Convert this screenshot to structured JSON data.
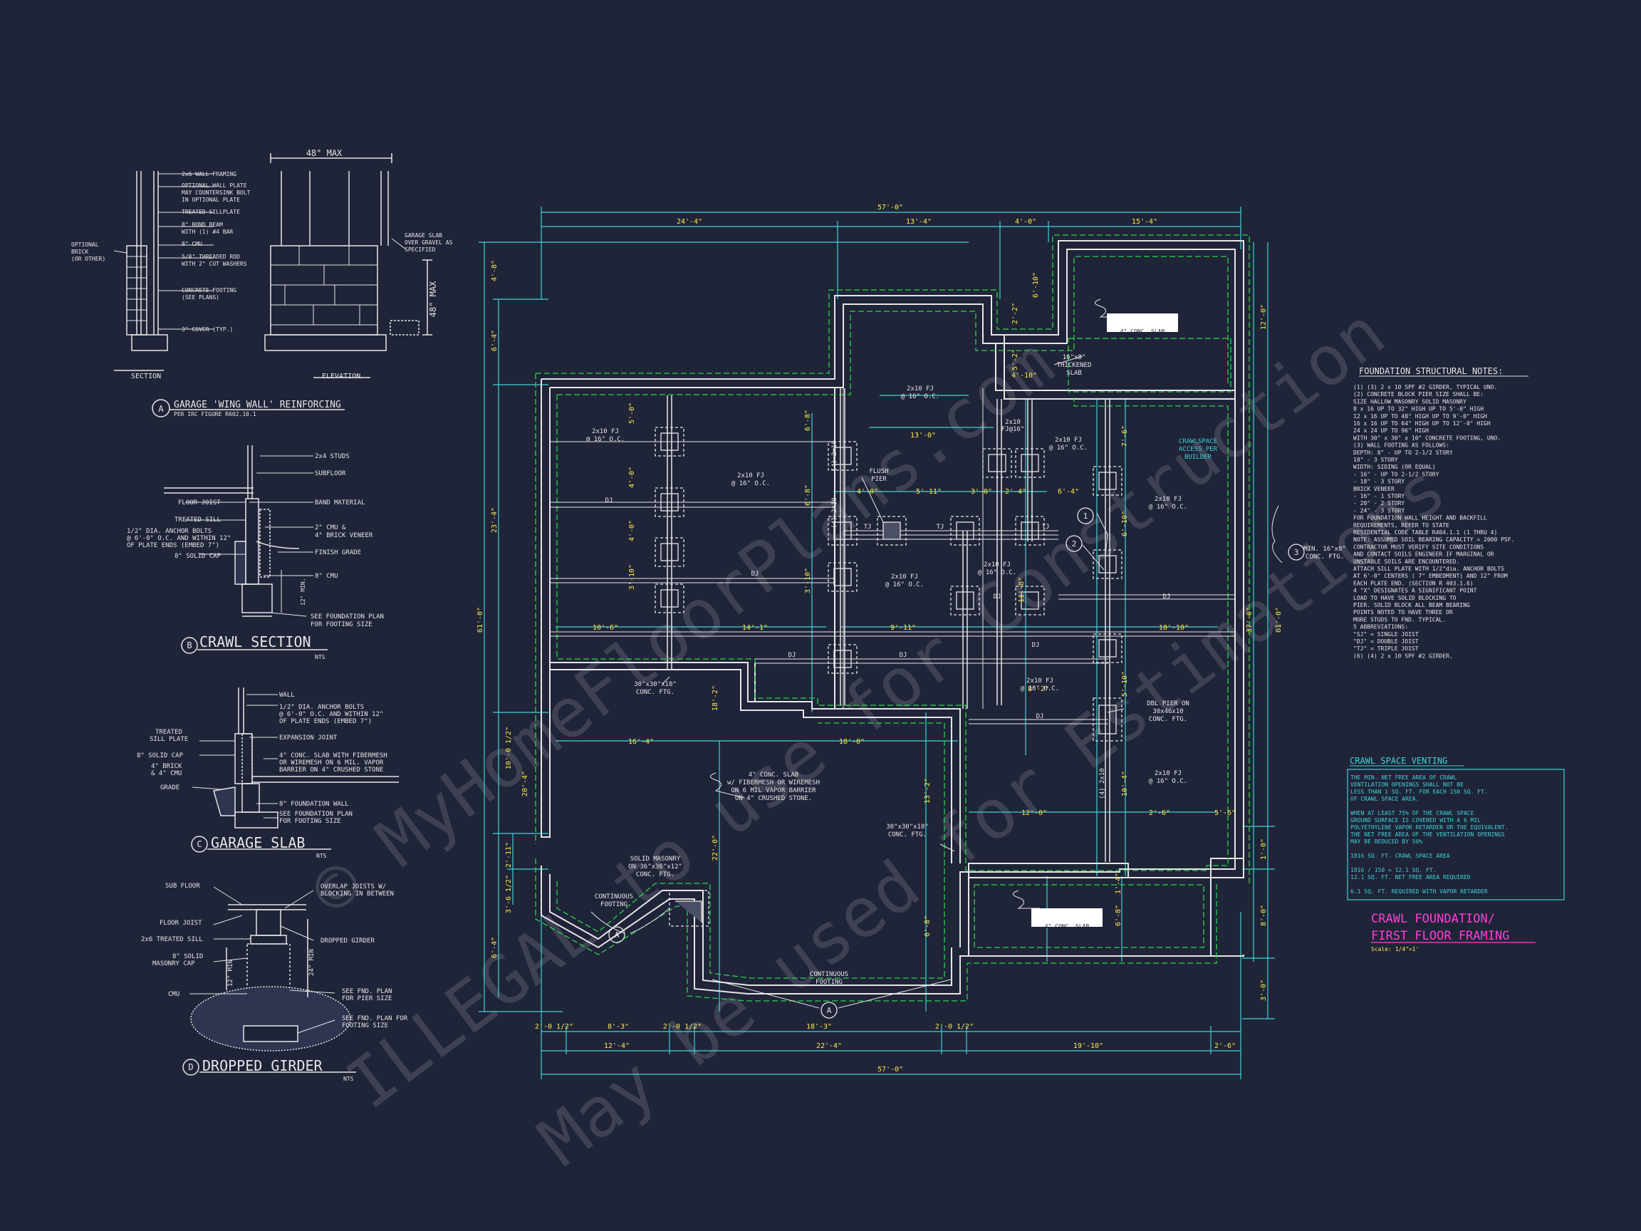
{
  "colors": {
    "background": "#1f2438",
    "line": "#e6e6e6",
    "dim": "#3fd3d6",
    "footing": "#2bd44a",
    "yellow": "#ffe94a",
    "magenta": "#ff3fd6",
    "watermark": "#8d8d99"
  },
  "watermark": {
    "line1": "© MyHomeFloorPlans.com",
    "line2": "ILLEGAL to use for Construction",
    "line3": "May be used for Estimations"
  },
  "detailA": {
    "max_width": "48\" MAX",
    "max_height": "48\" MAX",
    "callouts_left": [
      "2x6 WALL FRAMING",
      "OPTIONAL WALL PLATE",
      "MAY COUNTERSINK BOLT",
      "IN OPTIONAL PLATE",
      "TREATED SILLPLATE",
      "8\" BOND BEAM",
      "WITH (1) #4 BAR",
      "8\" CMU",
      "5/8\" THREADED ROD",
      "WITH 2\" CUT WASHERS",
      "CONCRETE FOOTING",
      "(SEE PLANS)",
      "3\" COVER (TYP.)"
    ],
    "brick_note": [
      "OPTIONAL",
      "BRICK",
      "(OR OTHER)"
    ],
    "slab_note": [
      "GARAGE SLAB",
      "OVER GRAVEL AS",
      "SPECIFIED"
    ],
    "section_label": "SECTION",
    "elevation_label": "ELEVATION",
    "letter": "A",
    "title": "GARAGE 'WING WALL' REINFORCING",
    "subtitle": "PER IRC FIGURE R602.10.1"
  },
  "detailB": {
    "callouts_right": [
      "2x4 STUDS",
      "SUBFLOOR",
      "BAND MATERIAL",
      "2\" CMU &",
      "4\" BRICK VENEER",
      "FINISH GRADE",
      "8\" CMU"
    ],
    "callouts_left": [
      "FLOOR JOIST",
      "TREATED SILL",
      "1/2\" DIA. ANCHOR BOLTS",
      "@ 6'-0\" O.C. AND WITHIN 12\"",
      "OF PLATE ENDS (EMBED 7\")",
      "8\" SOLID CAP"
    ],
    "min_label": "12\" MIN.",
    "plan_note": [
      "SEE FOUNDATION PLAN",
      "FOR FOOTING SIZE"
    ],
    "letter": "B",
    "title": "CRAWL SECTION",
    "nts": "NTS"
  },
  "detailC": {
    "callouts_right": [
      "WALL",
      "1/2\" DIA. ANCHOR BOLTS",
      "@ 6'-0\" O.C. AND WITHIN 12\"",
      "OF PLATE ENDS (EMBED 7\")",
      "EXPANSION JOINT",
      "4\" CONC. SLAB WITH FIBERMESH",
      "OR WIREMESH ON 6 MIL. VAPOR",
      "BARRIER ON 4\" CRUSHED STONE",
      "8\" FOUNDATION WALL",
      "SEE FOUNDATION PLAN",
      "FOR FOOTING SIZE"
    ],
    "callouts_left": [
      "TREATED",
      "SILL PLATE",
      "8\" SOLID CAP",
      "4\" BRICK",
      "& 4\" CMU",
      "GRADE"
    ],
    "letter": "C",
    "title": "GARAGE SLAB",
    "nts": "NTS"
  },
  "detailD": {
    "callouts_left": [
      "SUB FLOOR",
      "FLOOR JOIST",
      "2x6 TREATED SILL",
      "8\" SOLID",
      "MASONRY CAP",
      "CMU"
    ],
    "callouts_right": [
      "OVERLAP JOISTS W/",
      "BLOCKING IN BETWEEN",
      "DROPPED GIRDER",
      "SEE FND. PLAN",
      "FOR PIER SIZE",
      "SEE FND. PLAN FOR",
      "FOOTING SIZE"
    ],
    "min12": "12\" MIN",
    "min24": "24\" MIN",
    "letter": "D",
    "title": "DROPPED GIRDER",
    "nts": "NTS"
  },
  "plan": {
    "top_dims": [
      "57'-0\"",
      "24'-4\"",
      "13'-4\"",
      "4'-0\"",
      "15'-4\""
    ],
    "bottom_dims": [
      "2'-0 1/2\"",
      "8'-3\"",
      "2'-0 1/2\"",
      "18'-3\"",
      "2'-0 1/2\"",
      "12'-4\"",
      "22'-4\"",
      "19'-10\"",
      "2'-6\"",
      "57'-0\""
    ],
    "left_dims": [
      "4'-8\"",
      "6'-4\"",
      "23'-4\"",
      "61'-0\"",
      "10'-0 1/2\"",
      "20'-4\"",
      "2'-11\"",
      "3'-6 1/2\"",
      "6'-4\""
    ],
    "right_dims": [
      "12'-0\"",
      "37'-0\"",
      "61'-0\"",
      "1'-0\"",
      "8'-0\"",
      "3'-0\""
    ],
    "inner_dims": [
      "6'-10\"",
      "2'-2\"",
      "5'-2\"",
      "4'-10\"",
      "13'-0\"",
      "4'-0\"",
      "5'-11\"",
      "3'-0\"",
      "2'-4\"",
      "6'-4\"",
      "10'-6\"",
      "14'-1\"",
      "9'-11\"",
      "10'-10\"",
      "16'-4\"",
      "18'-0\"",
      "11'-8\"",
      "12'-0\"",
      "8'-2\"",
      "2'-6\"",
      "5'-6\"",
      "5'-0\"",
      "4'-0\"",
      "4'-0\"",
      "3'-10\"",
      "6'-8\"",
      "6'-8\"",
      "7'-6\"",
      "6'-10\"",
      "5'-10\"",
      "10'-4\"",
      "13'-2\"",
      "22'-0\"",
      "6'-8\"",
      "1'-4\"",
      "6'-8\"",
      "3'-10\"",
      "18'-2\""
    ],
    "fj_labels": [
      "2x10 FJ",
      "@ 16\" O.C."
    ],
    "dj": "DJ",
    "tj": "TJ",
    "notes": {
      "thickened_slab": [
        "16\"x8\"",
        "THICKENED",
        "SLAB"
      ],
      "crawl_access": [
        "CRAWLSPACE",
        "ACCESS PER",
        "BUILDER"
      ],
      "flush_pier": [
        "FLUSH",
        "PIER"
      ],
      "conc_ftg_1": [
        "30\"x30\"x10\"",
        "CONC. FTG."
      ],
      "conc_ftg_2": [
        "30\"x30\"x10\"",
        "CONC. FTG."
      ],
      "dbl_pier": [
        "DBL PIER ON",
        "30x46x10",
        "CONC. FTG."
      ],
      "garage_slab": [
        "4\" CONC. SLAB",
        "w/ FIBERMESH OR WIREMESH",
        "ON 6 MIL VAPOR BARRIER",
        "ON 4\" CRUSHED STONE."
      ],
      "solid_masonry": [
        "SOLID MASONRY",
        "ON 36\"x36\"x12\"",
        "CONC. FTG."
      ],
      "continuous_1": [
        "CONTINUOUS",
        "FOOTING"
      ],
      "continuous_2": [
        "CONTINUOUS",
        "FOOTING"
      ],
      "min_ftg": [
        "MIN. 16\"x8\"",
        "CONC. FTG."
      ],
      "beam_label": "(4) 2x10",
      "beam_label_2": "(4) 2x10",
      "beam_label_3": "(4) 2x10",
      "fj_small": "2x10",
      "fj_small_2": "FJ@16\""
    },
    "markers": [
      "1",
      "2",
      "3",
      "A",
      "A"
    ],
    "slab_tag_1": "4\" CONC. SLAB",
    "slab_tag_2": "4\" CONC. SLAB"
  },
  "structural_notes": {
    "heading": "FOUNDATION STRUCTURAL NOTES:",
    "lines": [
      "(1) (3) 2 x 10 SPF #2 GIRDER, TYPICAL UNO.",
      "(2) CONCRETE BLOCK PIER SIZE SHALL BE:",
      "    SIZE     HALLOW MASONRY    SOLID MASONRY",
      "    8 x 16    UP TO 32\" HIGH    UP TO 5'-0\" HIGH",
      "    12 x 16   UP TO 48\" HIGH    UP TO 9'-0\" HIGH",
      "    16 x 16   UP TO 64\" HIGH    UP TO 12'-0\" HIGH",
      "    24 x 24   UP TO 96\" HIGH",
      "    WITH 30\" x 30\" x 10\" CONCRETE FOOTING, UNO.",
      "(3) WALL FOOTING AS FOLLOWS:",
      "    DEPTH:  8\" - UP TO 2-1/2 STORY",
      "            10\" - 3 STORY",
      "    WIDTH:  SIDING (OR EQUAL)",
      "              - 16\" - UP TO 2-1/2 STORY",
      "              - 18\" - 3 STORY",
      "            BRICK VENEER",
      "              - 16\" - 1 STORY",
      "              - 20\" - 2 STORY",
      "              - 24\" - 3 STORY",
      "    FOR FOUNDATION WALL HEIGHT AND BACKFILL",
      "    REQUIREMENTS, REFER TO STATE",
      "    RESIDENTIAL CODE TABLE R404.1.1 (1 THRU 4)",
      "    NOTE: ASSUMED SOIL BEARING CAPACITY = 2000 PSF.",
      "    CONTRACTOR MUST VERIFY SITE CONDITIONS",
      "    AND CONTACT SOILS ENGINEER IF MARGINAL OR",
      "    UNSTABLE SOILS ARE ENCOUNTERED.",
      "    ATTACH SILL PLATE WITH 1/2\"dia. ANCHOR BOLTS",
      "    AT 6'-0\" CENTERS ( 7\" EMBEDMENT) AND 12\" FROM",
      "    EACH PLATE END. (SECTION R 403.1.6)",
      "4  \"X\" DESIGNATES A SIGNIFICANT POINT",
      "    LOAD TO HAVE SOLID BLOCKING TO",
      "    PIER. SOLID BLOCK ALL BEAM BEARING",
      "    POINTS NOTED TO HAVE THREE OR",
      "    MORE STUDS TO FND. TYPICAL.",
      "5  ABBREVIATIONS:",
      "    \"SJ\" = SINGLE JOIST",
      "    \"DJ\" = DOUBLE JOIST",
      "    \"TJ\" = TRIPLE JOIST",
      "(6) (4) 2 x 10 SPF #2 GIRDER."
    ]
  },
  "venting": {
    "heading": "CRAWL SPACE VENTING",
    "lines": [
      "THE MIN. NET FREE AREA OF CRAWL",
      "VENTILATION OPENINGS SHALL NOT BE",
      "LESS THAN 1 SQ. FT. FOR EACH 150 SQ. FT.",
      "OF CRAWL SPACE AREA.",
      "",
      "WHEN AT LEAST 75% OF THE CRAWL SPACE",
      "GROUND SURFACE IS COVERED WITH A 6 MIL",
      "POLYETHYLENE VAPOR RETARDER OR THE EQUIVALENT.",
      "THE NET FREE AREA OF THE VENTILATION OPENINGS",
      "MAY BE REDUCED BY 50%",
      "",
      "1816    SQ. FT. CRAWL SPACE AREA",
      "",
      "1816   / 150 = 12.1   SQ. FT.",
      "12.1    SQ. FT. NET FREE AREA REQUIRED",
      "",
      "6.1     SQ. FT. REQUIRED WITH VAPOR RETARDER"
    ]
  },
  "plan_title": {
    "line1": "CRAWL FOUNDATION/",
    "line2": "FIRST FLOOR FRAMING",
    "scale": "Scale: 1/4\"=1'"
  }
}
